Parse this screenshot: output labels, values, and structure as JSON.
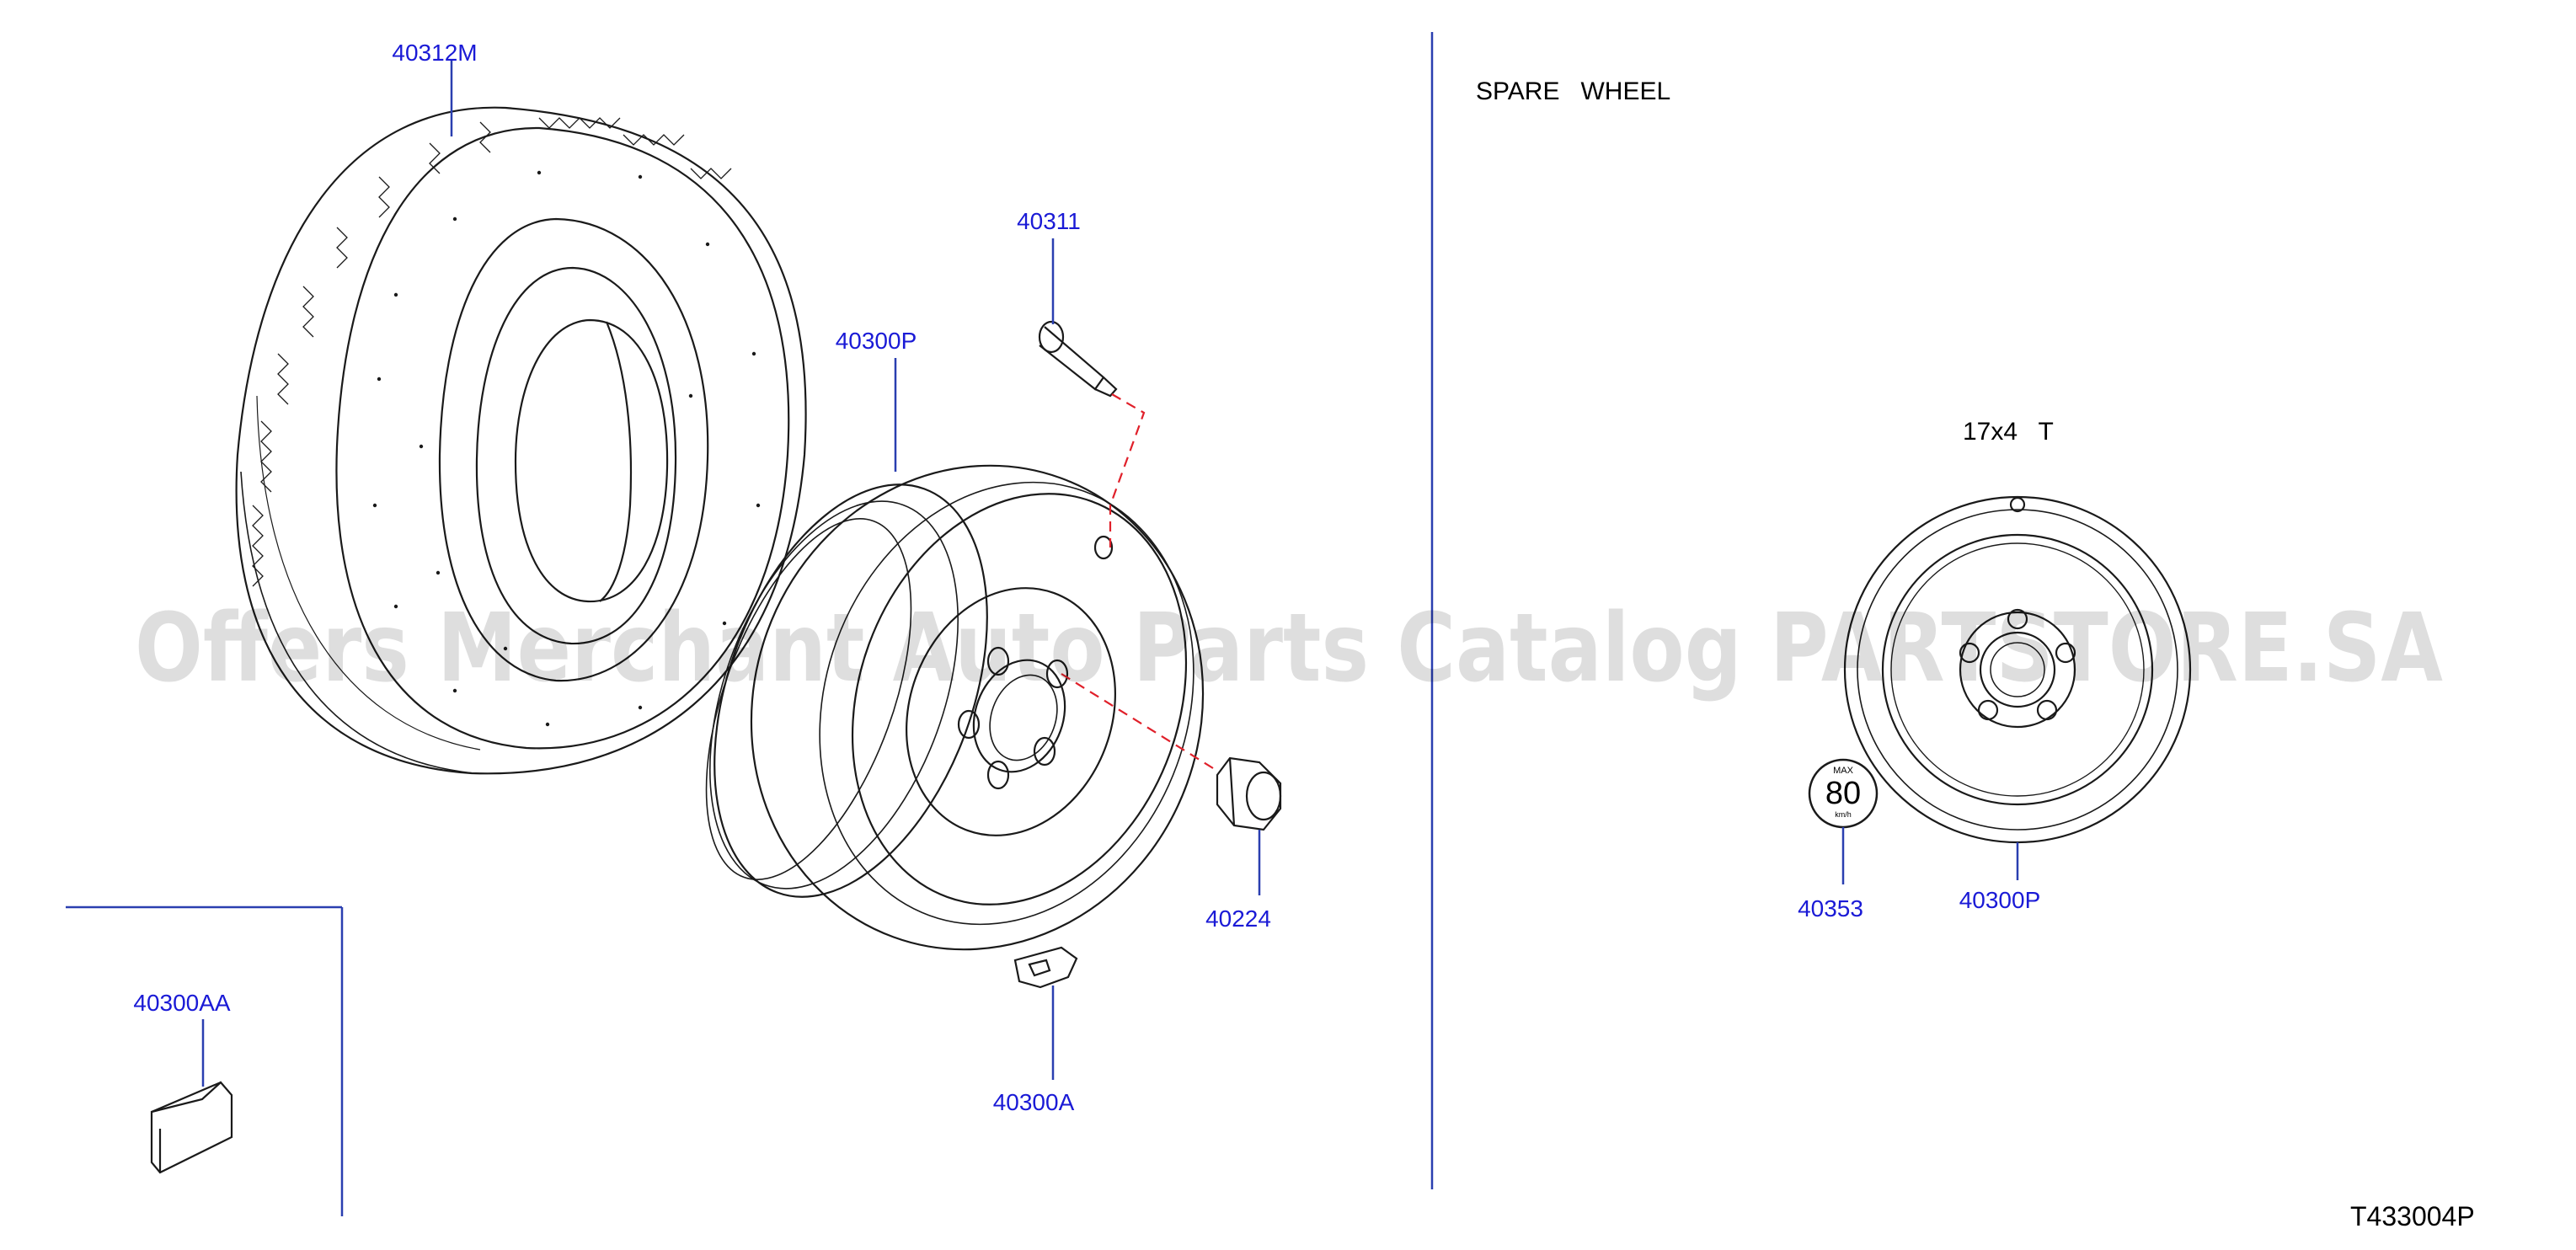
{
  "diagram": {
    "section_title": "SPARE   WHEEL",
    "spare_wheel_size": "17x4   T",
    "drawing_code": "T433004P",
    "watermark": "Offers Merchant Auto Parts Catalog PARTSTORE.SA",
    "speed_sign": {
      "top_text": "MAX",
      "value": "80",
      "unit": "km/h"
    },
    "callouts": {
      "tire": "40312M",
      "valve": "40311",
      "wheel": "40300P",
      "nut": "40224",
      "weight_clip": "40300A",
      "balance_weight": "40300AA",
      "speed_label": "40353",
      "spare_wheel": "40300P"
    }
  },
  "colors": {
    "leader": "#2a3fb0",
    "callout_text": "#1a1ad6",
    "dashed": "#e0202a",
    "line_art": "#1a1a1a"
  }
}
